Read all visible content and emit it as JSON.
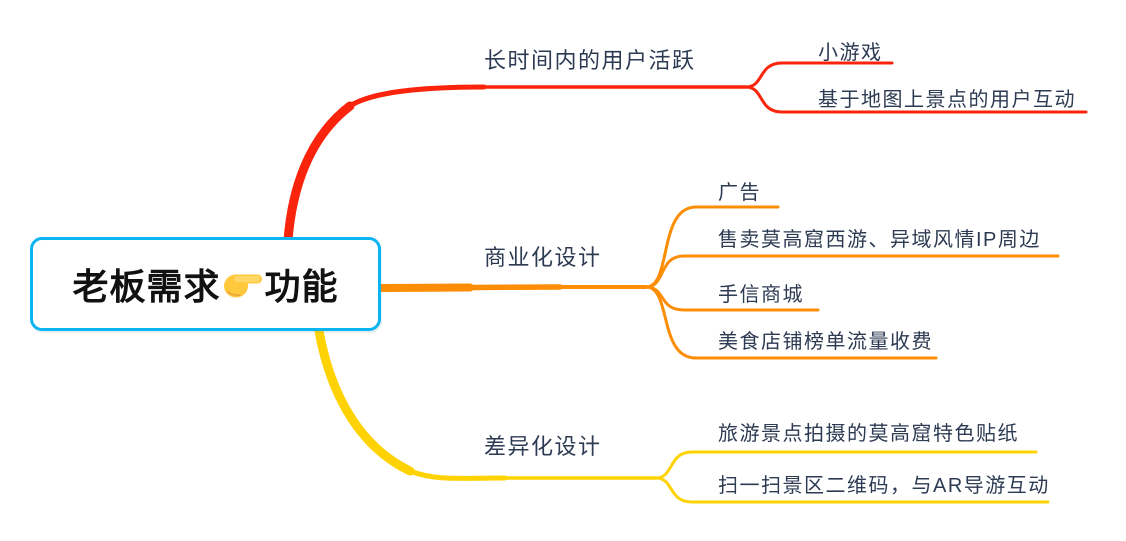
{
  "central": {
    "label": "老板需求👉功能",
    "label_pre": "老板需求",
    "pointer_emoji": "👉",
    "label_post": "功能",
    "border_color": "#0ab5f2",
    "text_color": "#111111",
    "emoji_color": "#ffc83d"
  },
  "text_color": "#2c3a52",
  "background_color": "#ffffff",
  "branches": [
    {
      "label": "长时间内的用户活跃",
      "color": "#fa240c",
      "children": [
        {
          "label": "小游戏"
        },
        {
          "label": "基于地图上景点的用户互动"
        }
      ]
    },
    {
      "label": "商业化设计",
      "color": "#fd8d05",
      "children": [
        {
          "label": "广告"
        },
        {
          "label": "售卖莫高窟西游、异域风情IP周边"
        },
        {
          "label": "手信商城"
        },
        {
          "label": "美食店铺榜单流量收费"
        }
      ]
    },
    {
      "label": "差异化设计",
      "color": "#ffd303",
      "children": [
        {
          "label": "旅游景点拍摄的莫高窟特色贴纸"
        },
        {
          "label": "扫一扫景区二维码，与AR导游互动"
        }
      ]
    }
  ]
}
